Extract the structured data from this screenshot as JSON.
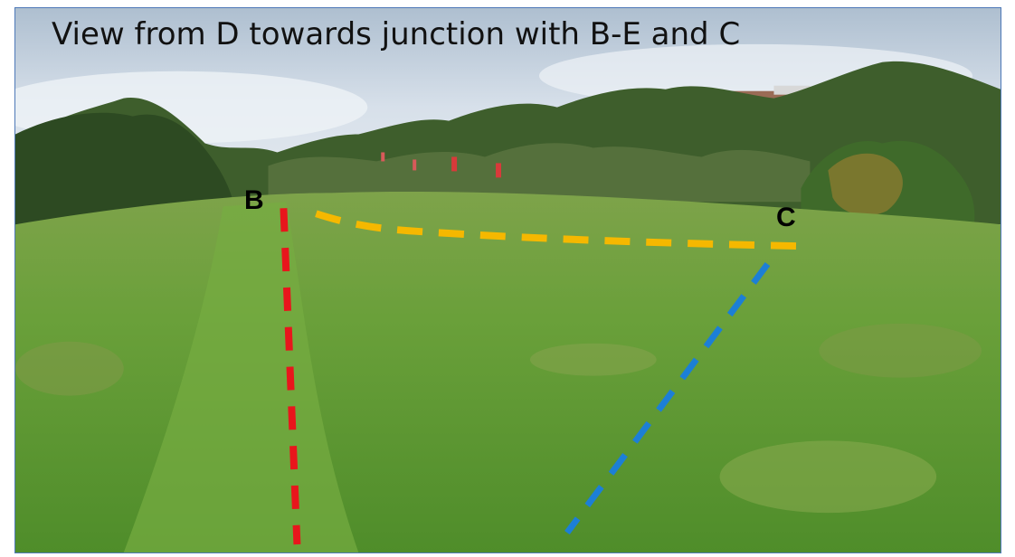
{
  "caption": "View from D towards junction with B-E and C",
  "labels": {
    "b": "B",
    "c": "C"
  },
  "routes": {
    "d_to_b": {
      "color": "#e8161c"
    },
    "b_to_c": {
      "color": "#f5b800"
    },
    "c_branch": {
      "color": "#1c7fd6"
    }
  },
  "colors": {
    "frame_border": "#4e79b8",
    "sky": "#c9d6e3",
    "grass": "#5f9a2f"
  }
}
